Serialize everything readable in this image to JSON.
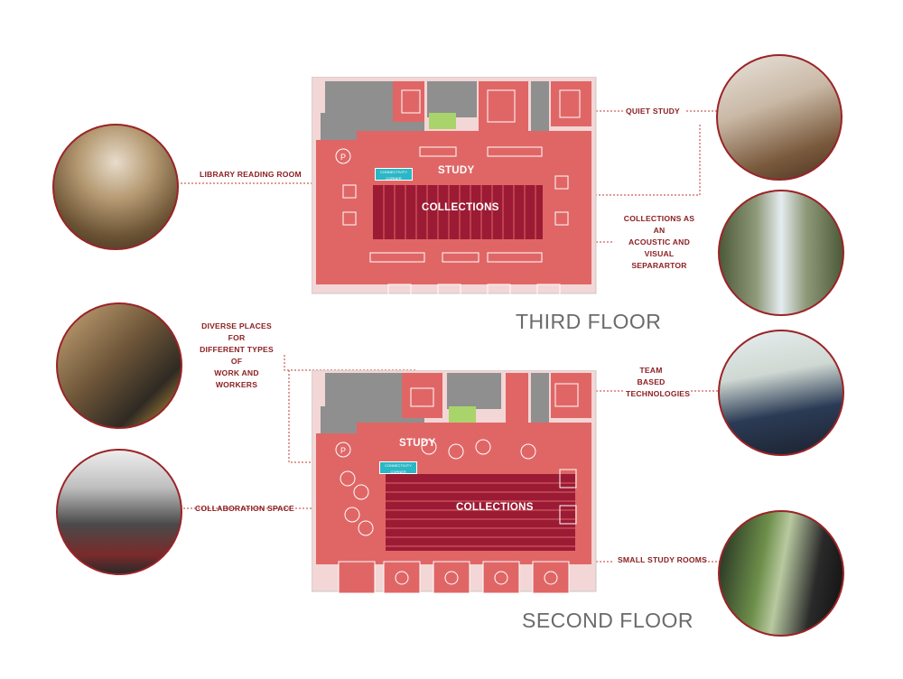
{
  "floors": {
    "third": {
      "title": "THIRD FLOOR",
      "study": "STUDY",
      "collections": "COLLECTIONS",
      "sign": "CONNECTIVITY CORNER"
    },
    "second": {
      "title": "SECOND FLOOR",
      "study": "STUDY",
      "collections": "COLLECTIONS",
      "sign": "CONNECTIVITY CORNER"
    }
  },
  "labels": {
    "library_reading_room": "LIBRARY READING ROOM",
    "quiet_study": "QUIET STUDY",
    "collections_separator": [
      "COLLECTIONS AS AN",
      "ACOUSTIC AND",
      "VISUAL SEPARARTOR"
    ],
    "diverse_places": [
      "DIVERSE PLACES FOR",
      "DIFFERENT TYPES OF",
      "WORK AND WORKERS"
    ],
    "team_based": [
      "TEAM BASED",
      "TECHNOLOGIES"
    ],
    "collaboration_space": "COLLABORATION SPACE",
    "small_study_rooms": "SMALL STUDY ROOMS"
  },
  "icons": {
    "p_marker": "P"
  },
  "colors": {
    "accent": "#8b1f22",
    "plan_fill": "#e06666",
    "collections": "#9b1b35",
    "core": "#8f8f8f"
  }
}
